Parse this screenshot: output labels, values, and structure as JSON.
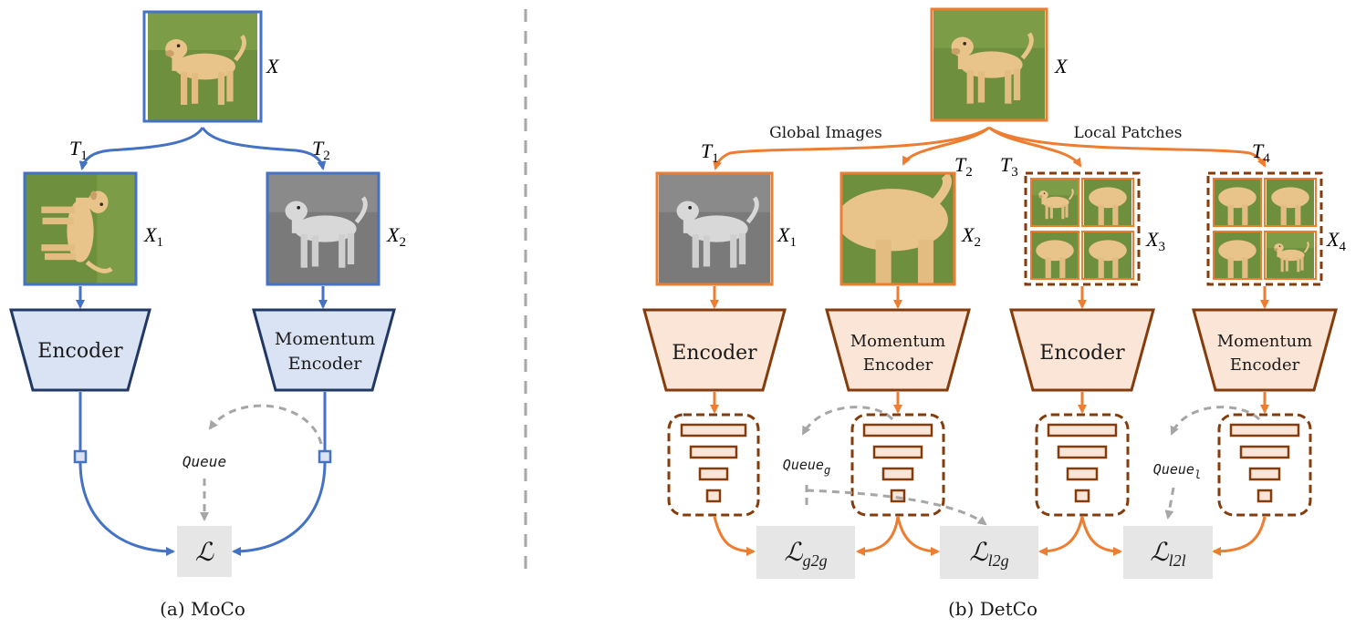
{
  "moco": {
    "input_label": "X",
    "aug_left": {
      "base": "T",
      "sub": "1"
    },
    "aug_right": {
      "base": "T",
      "sub": "2"
    },
    "view_left": {
      "base": "X",
      "sub": "1"
    },
    "view_right": {
      "base": "X",
      "sub": "2"
    },
    "encoder": "Encoder",
    "momentum_encoder_line1": "Momentum",
    "momentum_encoder_line2": "Encoder",
    "queue": "Queue",
    "loss": "ℒ",
    "caption": "(a) MoCo",
    "color": "#4472c4",
    "fill": "#dae3f3",
    "border_dark": "#1f3864"
  },
  "detco": {
    "input_label": "X",
    "global_images": "Global Images",
    "local_patches": "Local Patches",
    "aug1": {
      "base": "T",
      "sub": "1"
    },
    "aug2": {
      "base": "T",
      "sub": "2"
    },
    "aug3": {
      "base": "T",
      "sub": "3"
    },
    "aug4": {
      "base": "T",
      "sub": "4"
    },
    "view1": {
      "base": "X",
      "sub": "1"
    },
    "view2": {
      "base": "X",
      "sub": "2"
    },
    "view3": {
      "base": "X",
      "sub": "3"
    },
    "view4": {
      "base": "X",
      "sub": "4"
    },
    "encoder": "Encoder",
    "momentum_encoder_line1": "Momentum",
    "momentum_encoder_line2": "Encoder",
    "queue_g": {
      "base": "Queue",
      "sub": "g"
    },
    "queue_l": {
      "base": "Queue",
      "sub": "l"
    },
    "loss_g2g": {
      "base": "ℒ",
      "sub": "g2g"
    },
    "loss_l2g": {
      "base": "ℒ",
      "sub": "l2g"
    },
    "loss_l2l": {
      "base": "ℒ",
      "sub": "l2l"
    },
    "caption": "(b) DetCo",
    "color": "#ed7d31",
    "fill": "#fbe5d6",
    "border_dark": "#843c0c"
  },
  "divider_color": "#a6a6a6",
  "dashed_arrow_color": "#a6a6a6",
  "loss_box_fill": "#e7e6e6"
}
